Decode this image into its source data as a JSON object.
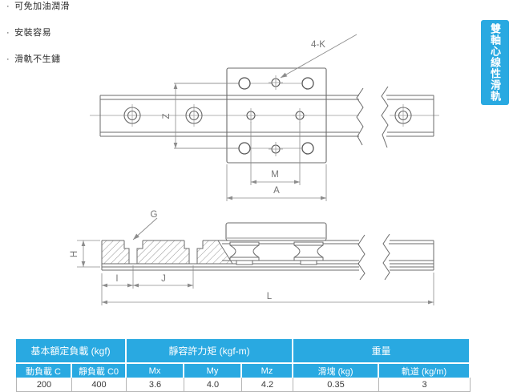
{
  "colors": {
    "accent": "#29A9E1",
    "drawing_line": "#6b6b6b"
  },
  "features": {
    "bullet": "·",
    "items": [
      "可免加油潤滑",
      "安裝容易",
      "滑軌不生鏽"
    ]
  },
  "side_tab": {
    "label": "雙軸心線性滑軌"
  },
  "drawing": {
    "labels": {
      "four_k": "4-K",
      "z": "Z",
      "m": "M",
      "a": "A",
      "g": "G",
      "h": "H",
      "i": "I",
      "j": "J",
      "l": "L"
    }
  },
  "table": {
    "groups": [
      {
        "label": "基本額定負載 (kgf)",
        "span": 2
      },
      {
        "label": "靜容許力矩 (kgf-m)",
        "span": 3
      },
      {
        "label": "重量",
        "span": 2
      }
    ],
    "columns": [
      "動負載 C",
      "靜負載 C0",
      "Mx",
      "My",
      "Mz",
      "滑塊 (kg)",
      "軌道 (kg/m)"
    ],
    "rows": [
      [
        "200",
        "400",
        "3.6",
        "4.0",
        "4.2",
        "0.35",
        "3"
      ]
    ]
  }
}
